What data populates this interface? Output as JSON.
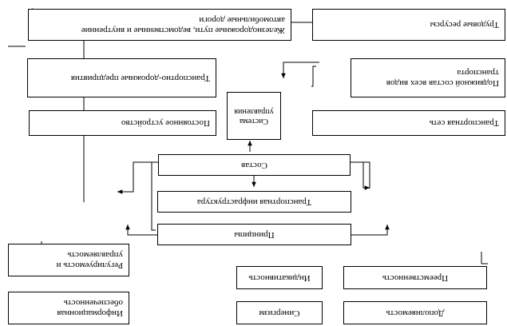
{
  "diagram": {
    "boxes": {
      "additivity": "Дополняемость",
      "synergism": "Синергизм",
      "info_support": "Информационная обеспеченность",
      "succession": "Преемственность",
      "indicativity": "Индикативность",
      "regulation": "Регулируемость и управляемость",
      "principles": "Принципы",
      "infrastructure": "Транспортная инфраструктура",
      "composition": "Состав",
      "transport_network": "Транспортная сеть",
      "management_system": "Система управления",
      "permanent_device": "Постоянное устройство",
      "rolling_stock": "Подвижной состав всех видов транспорта",
      "road_enterprises": "Транспортно-дорожные предприятия",
      "labor_resources": "Трудовые ресурсы",
      "railways_roads": "Железнодорожные пути, ведомственные и внутренние автомобильные дороги"
    }
  }
}
